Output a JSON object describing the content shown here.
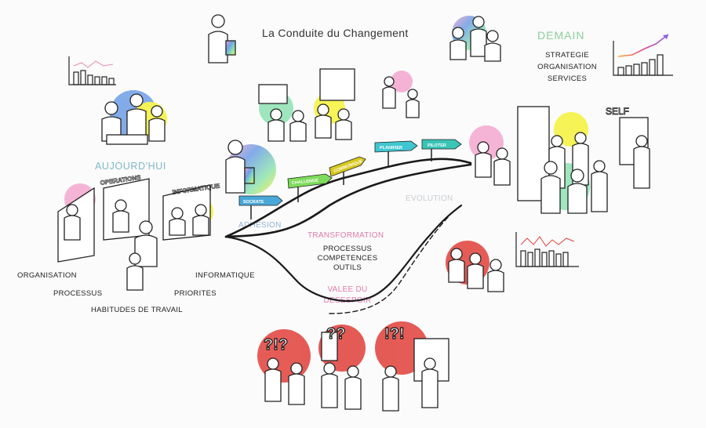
{
  "title": "La Conduite du Changement",
  "demain": {
    "heading": "DEMAIN",
    "items": [
      "STRATEGIE",
      "ORGANISATION",
      "SERVICES"
    ]
  },
  "aujourdhui": {
    "heading": "AUJOURD'HUI",
    "items": [
      "ORGANISATION",
      "PROCESSUS",
      "HABITUDES DE TRAVAIL",
      "INFORMATIQUE",
      "PRIORITES"
    ],
    "signs": [
      "OPERATIONS",
      "INFORMATIQUE"
    ]
  },
  "path": {
    "adhesion": "ADHESION",
    "evolution": "EVOLUTION",
    "transformation": "TRANSFORMATION",
    "transformation_items": [
      "PROCESSUS",
      "COMPETENCES",
      "OUTILS"
    ],
    "vallee": [
      "VALEE DU",
      "DESESPOIR"
    ],
    "signposts": [
      "SOCRATE",
      "CHALLENGE",
      "COMMUNIQUE",
      "PLANIFIER",
      "PILOTER"
    ]
  },
  "bubbles": [
    "?!?",
    "??",
    "!?!"
  ],
  "self_sign": "SELF",
  "colors": {
    "ink": "#222222",
    "pink": "#f3a7cf",
    "blue": "#6f9ee6",
    "yellow": "#f5f23a",
    "green": "#8ee3b3",
    "red": "#e0403a",
    "teal_label": "#7fb8c9",
    "demain_label": "#8ccf9a",
    "sign_blue": "#4aa8d8",
    "sign_green": "#7ddc5a",
    "sign_yellow": "#d8c81a",
    "sign_cyan": "#3fc6d0",
    "sign_teal": "#39c4b6"
  }
}
